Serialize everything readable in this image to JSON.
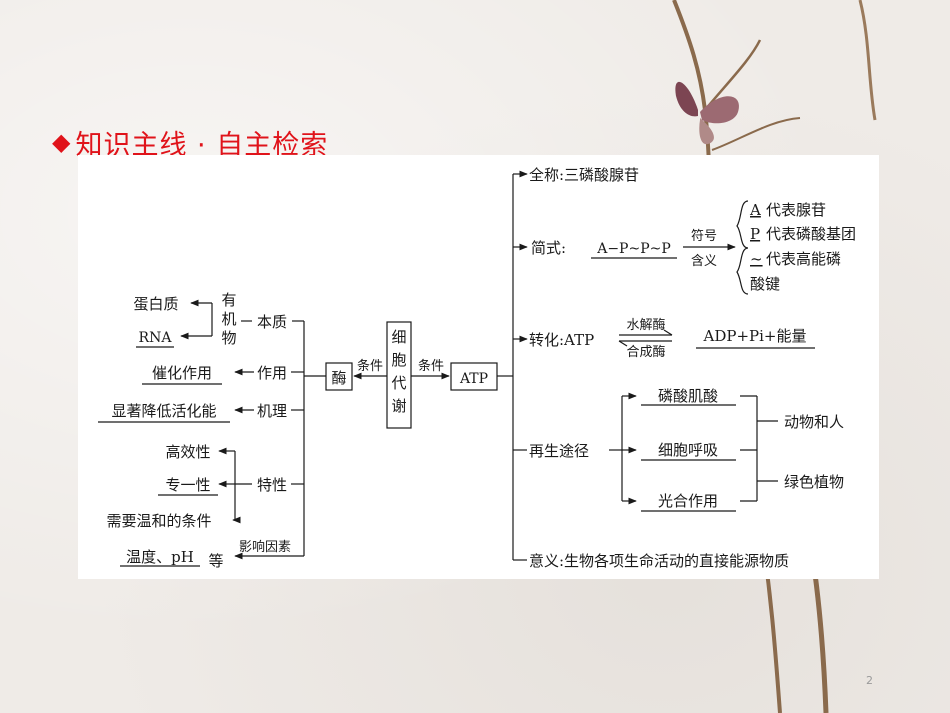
{
  "heading": {
    "diamond": "◆",
    "text": "知识主线 · 自主检索"
  },
  "page_number": "2",
  "enzyme": {
    "box": "酶",
    "nature": {
      "label": "本质",
      "organic_chars": [
        "有",
        "机",
        "物"
      ],
      "protein": "蛋白质",
      "rna": "RNA"
    },
    "function": {
      "label": "作用",
      "value": "催化作用"
    },
    "mechanism": {
      "label": "机理",
      "value": "显著降低活化能"
    },
    "traits": {
      "label": "特性",
      "items": [
        "高效性",
        "专一性",
        "需要温和的条件"
      ]
    },
    "factors": {
      "label": "影响因素",
      "value": "温度、pH",
      "suffix": "等"
    }
  },
  "center": {
    "metabolism_chars": [
      "细",
      "胞",
      "代",
      "谢"
    ],
    "cond_left": "条件",
    "cond_right": "条件"
  },
  "atp": {
    "box": "ATP",
    "fullname": "全称:三磷酸腺苷",
    "formula_label": "简式:",
    "formula": "A−P~P~P",
    "symbol_top": "符号",
    "symbol_bottom": "含义",
    "symbol_meanings": [
      "A",
      "代表腺苷",
      "P",
      "代表磷酸基团",
      "~",
      "代表高能磷",
      "酸键"
    ],
    "conversion_label": "转化:ATP",
    "hydrolase": "水解酶",
    "synthase": "合成酶",
    "conversion_result": "ADP+Pi+能量",
    "regen_label": "再生途径",
    "regen_items": [
      "磷酸肌酸",
      "细胞呼吸",
      "光合作用"
    ],
    "animals": "动物和人",
    "plants": "绿色植物",
    "meaning": "意义:生物各项生命活动的直接能源物质"
  }
}
